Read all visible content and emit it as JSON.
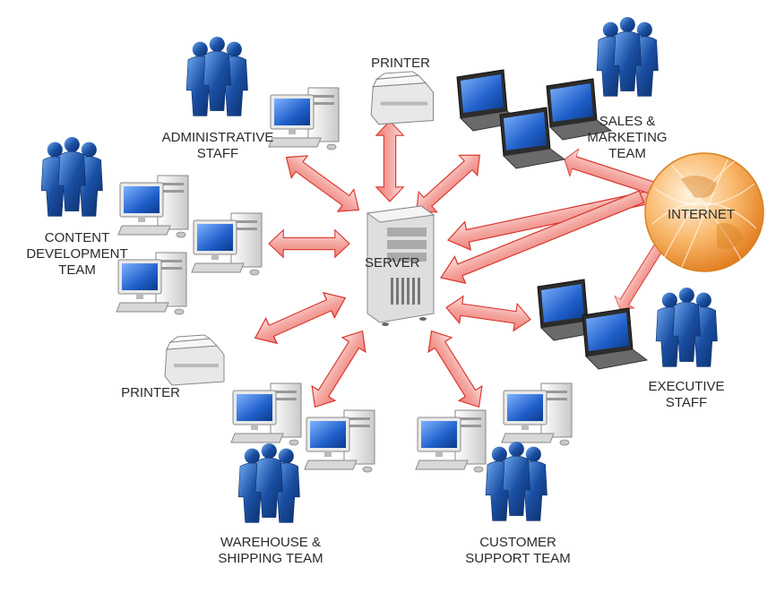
{
  "labels": {
    "server": "SERVER",
    "internet": "INTERNET",
    "printer_top": "PRINTER",
    "printer_left": "PRINTER",
    "admin_1": "ADMINISTRATIVE",
    "admin_2": "STAFF",
    "content_1": "CONTENT",
    "content_2": "DEVELOPMENT",
    "content_3": "TEAM",
    "sales_1": "SALES &",
    "sales_2": "MARKETING",
    "sales_3": "TEAM",
    "exec_1": "EXECUTIVE",
    "exec_2": "STAFF",
    "warehouse_1": "WAREHOUSE &",
    "warehouse_2": "SHIPPING TEAM",
    "support_1": "CUSTOMER",
    "support_2": "SUPPORT TEAM"
  },
  "colors": {
    "arrow_fill": "#f4a6a0",
    "arrow_stroke": "#d9352c",
    "people": "#1a4fa3",
    "globe": "#f7a64a",
    "monitor_screen": "#1f5fc9"
  }
}
